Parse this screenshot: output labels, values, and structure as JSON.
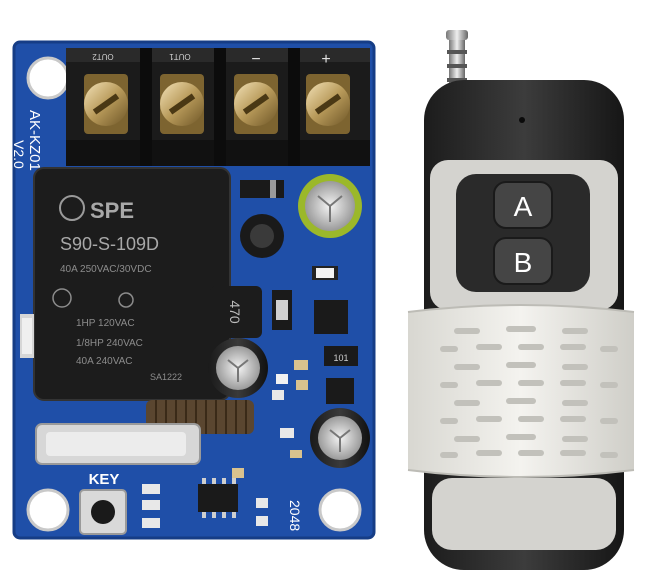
{
  "board": {
    "model_text": "AK-KZ01",
    "version_text": "V2.0",
    "terminal_labels": [
      "OUT2",
      "OUT1",
      "−",
      "+"
    ],
    "relay": {
      "brand": "SPE",
      "model": "S90-S-109D",
      "rating_line": "40A  250VAC/30VDC",
      "spec_1": "1HP  120VAC",
      "spec_2": "1/8HP  240VAC",
      "spec_3": "40A  240VAC",
      "code": "SA1222"
    },
    "inductor_label": "470",
    "chip_label": "101",
    "key_label": "KEY",
    "date_code": "2048"
  },
  "remote": {
    "button_a": "A",
    "button_b": "B"
  },
  "colors": {
    "pcb": "#1f4fa8",
    "pcb_dark": "#163d86",
    "terminal": "#1b1b1b",
    "relay": "#1c1c1c",
    "remote_body": "#2a2a2a",
    "remote_sleeve": "#ecebe6"
  },
  "icons": [
    "screw-terminal-icon",
    "capacitor-icon",
    "antenna-icon"
  ]
}
